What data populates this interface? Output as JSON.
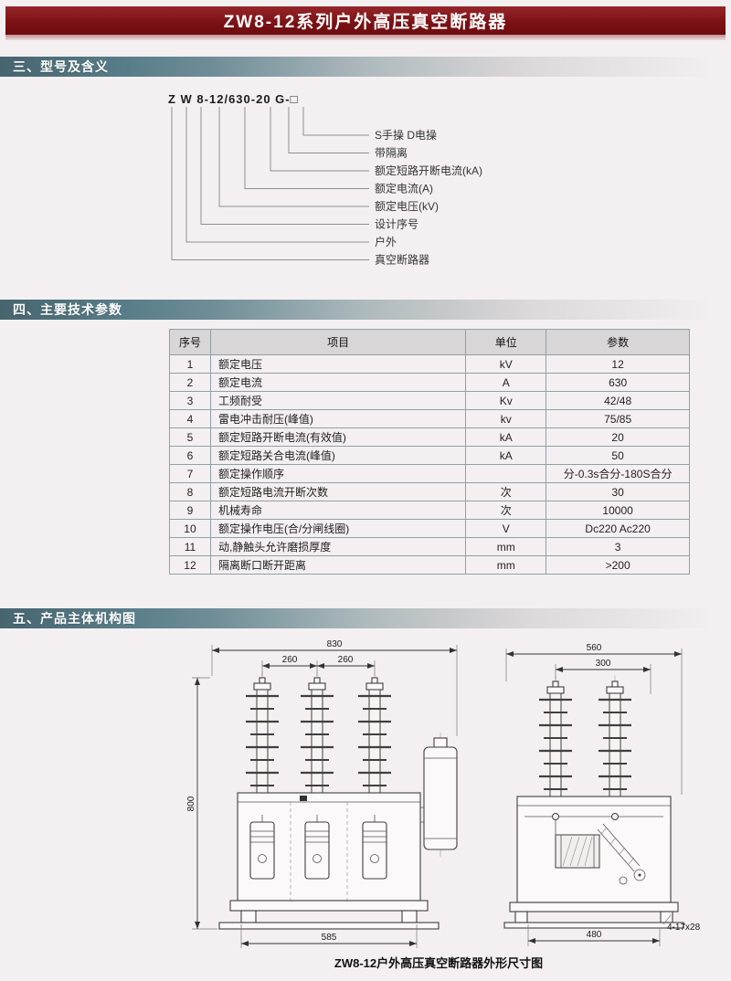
{
  "colors": {
    "banner_red": "#7c1215",
    "banner_strip_pink": "#c18d90",
    "section_bar_teal": "#587d89",
    "table_header_bg": "#d9d6d7",
    "table_border": "#8fa0a6",
    "page_bg": "#f4f0f1"
  },
  "banner": {
    "title": "ZW8-12系列户外高压真空断路器"
  },
  "section_model": {
    "heading": "三、型号及含义",
    "code": "Z W 8-12/630-20 G-□",
    "labels": [
      "S手操 D电操",
      "带隔离",
      "额定短路开断电流(kA)",
      "额定电流(A)",
      "额定电压(kV)",
      "设计序号",
      "户外",
      "真空断路器"
    ]
  },
  "section_params": {
    "heading": "四、主要技术参数",
    "table": {
      "headers": [
        "序号",
        "项目",
        "单位",
        "参数"
      ],
      "rows": [
        [
          "1",
          "额定电压",
          "kV",
          "12"
        ],
        [
          "2",
          "额定电流",
          "A",
          "630"
        ],
        [
          "3",
          "工频耐受",
          "Kv",
          "42/48"
        ],
        [
          "4",
          "雷电冲击耐压(峰值)",
          "kv",
          "75/85"
        ],
        [
          "5",
          "额定短路开断电流(有效值)",
          "kA",
          "20"
        ],
        [
          "6",
          "额定短路关合电流(峰值)",
          "kA",
          "50"
        ],
        [
          "7",
          "额定操作顺序",
          "",
          "分-0.3s合分-180S合分"
        ],
        [
          "8",
          "额定短路电流开断次数",
          "次",
          "30"
        ],
        [
          "9",
          "机械寿命",
          "次",
          "10000"
        ],
        [
          "10",
          "额定操作电压(合/分闸线圈)",
          "V",
          "Dc220 Ac220"
        ],
        [
          "11",
          "动,静触头允许磨损厚度",
          "mm",
          "3"
        ],
        [
          "12",
          "隔离断口断开距离",
          "mm",
          ">200"
        ]
      ]
    }
  },
  "section_drawing": {
    "heading": "五、产品主体机构图",
    "front_view": {
      "dim_top": "830",
      "dim_span_left": "260",
      "dim_span_right": "260",
      "dim_height": "800",
      "dim_bottom": "585"
    },
    "side_view": {
      "dim_top": "560",
      "dim_inner": "300",
      "dim_bottom": "480",
      "holes_note": "4-17x28"
    },
    "caption": "ZW8-12户外高压真空断路器外形尺寸图"
  }
}
